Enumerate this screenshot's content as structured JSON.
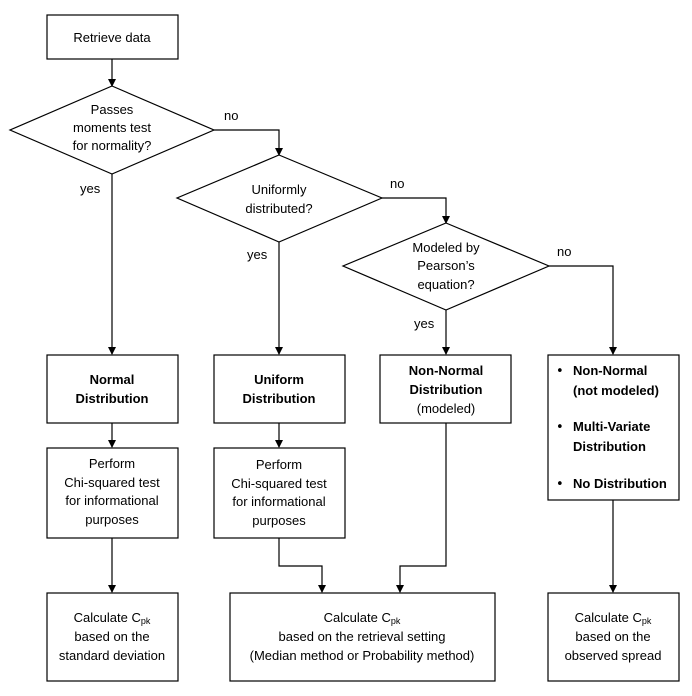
{
  "flowchart": {
    "start": "Retrieve data",
    "decisions": {
      "moments": [
        "Passes",
        "moments test",
        "for normality?"
      ],
      "uniform": [
        "Uniformly",
        "distributed?"
      ],
      "pearson": [
        "Modeled by",
        "Pearson’s",
        "equation?"
      ]
    },
    "labels": {
      "no": "no",
      "yes": "yes"
    },
    "distributions": {
      "normal": [
        "Normal",
        "Distribution"
      ],
      "uniform": [
        "Uniform",
        "Distribution"
      ],
      "nonnormal": [
        "Non-Normal",
        "Distribution"
      ],
      "nonnormal_note": "(modeled)",
      "other": {
        "bullet": "•",
        "items": [
          "Non-Normal",
          "(not modeled)",
          "Multi-Variate",
          "Distribution",
          "No Distribution"
        ]
      }
    },
    "chi": [
      "Perform",
      "Chi-squared test",
      "for informational",
      "purposes"
    ],
    "calc": {
      "prefix": "Calculate C",
      "sub": "pk",
      "standard": [
        "based on the",
        "standard deviation"
      ],
      "retrieval": [
        "based on the retrieval setting",
        "(Median method or Probability method)"
      ],
      "observed": [
        "based on the",
        "observed spread"
      ]
    }
  }
}
